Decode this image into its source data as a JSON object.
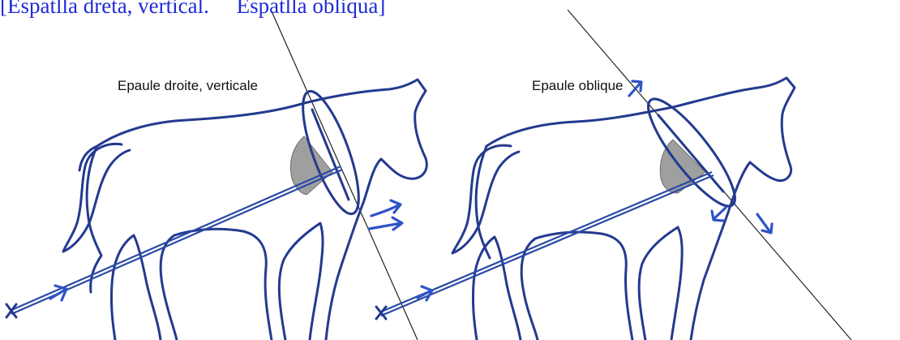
{
  "caption": {
    "text": "[Espatlla dreta, vertical.     Espatlla obliqua]",
    "color": "#1f2bd6"
  },
  "panels": [
    {
      "label": "Epaule droite, verticale"
    },
    {
      "label": "Epaule oblique"
    }
  ],
  "colors": {
    "ink": "#233a8f",
    "arrow": "#2f54c8",
    "angle_fill": "#8f8f8f",
    "reference_line": "#222222"
  }
}
